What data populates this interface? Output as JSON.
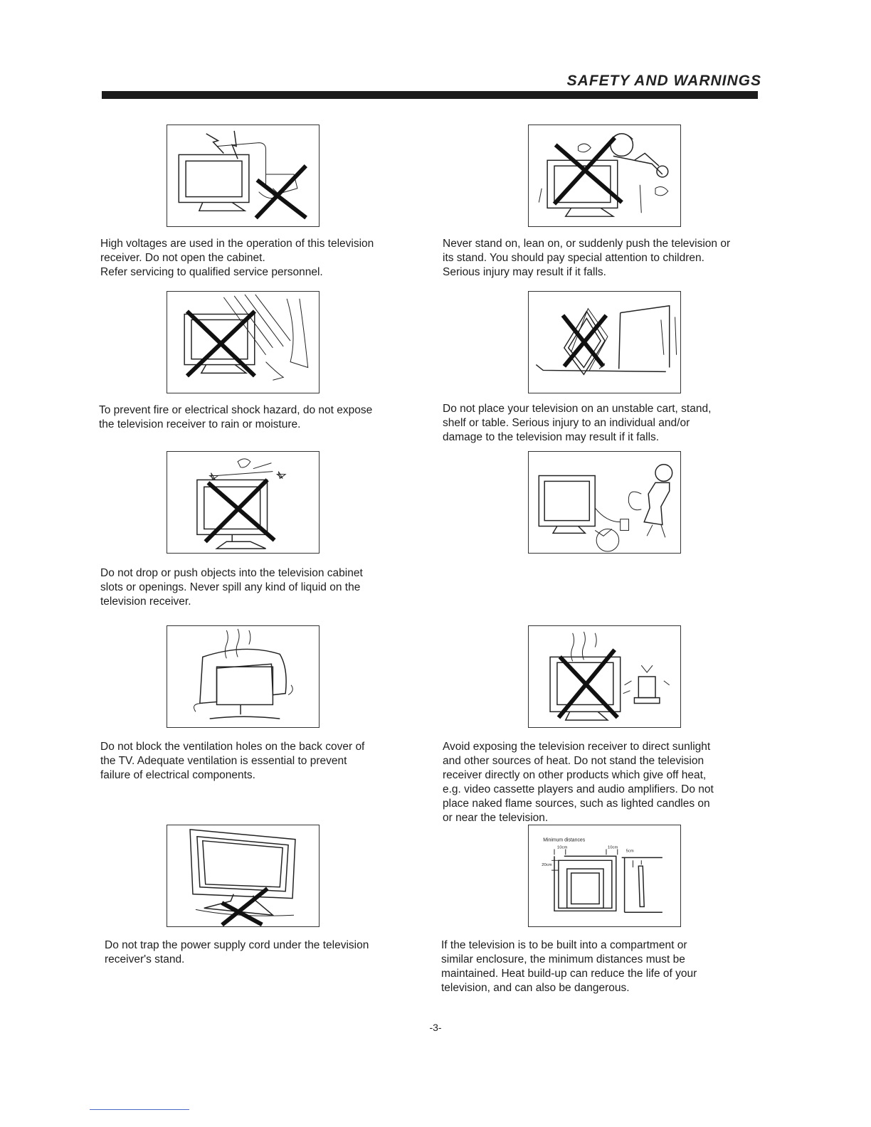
{
  "header": {
    "title": "SAFETY AND WARNINGS"
  },
  "icons": {
    "fig1": "high-voltage-tv-icon",
    "fig2": "child-pushing-tv-icon",
    "fig3": "rain-moisture-tv-icon",
    "fig4": "unstable-stand-icon",
    "fig5": "objects-into-slots-icon",
    "fig6": "unplug-power-icon",
    "fig7": "blocked-ventilation-icon",
    "fig8": "heat-source-tv-icon",
    "fig9": "trapped-power-cord-icon",
    "fig10": "minimum-distances-icon"
  },
  "warnings": [
    {
      "lines": [
        "High voltages are used in the operation of this television",
        "receiver. Do not open the cabinet.",
        "Refer servicing to qualified service personnel."
      ]
    },
    {
      "lines": [
        "Never stand on, lean on, or suddenly push the television or",
        "its stand. You should pay special attention to children.",
        "Serious  injury may result if it  falls."
      ]
    },
    {
      "lines": [
        "To prevent fire or electrical shock hazard, do not expose",
        "the television receiver to rain or moisture."
      ]
    },
    {
      "lines": [
        "Do not place your television on an unstable cart, stand,",
        "shelf or table. Serious injury to an individual and/or",
        "damage to the television may result if it falls."
      ]
    },
    {
      "lines": [
        "Do not drop or push objects into the television cabinet",
        "slots or openings. Never spill any kind of liquid on the",
        "television receiver."
      ]
    },
    {
      "lines": [
        "Do not block the ventilation holes on the back cover of",
        "the TV. Adequate ventilation is essential to prevent",
        "failure of  electrical components."
      ]
    },
    {
      "lines": [
        "Avoid exposing the television receiver to direct sunlight",
        "and  other sources of heat. Do not stand the television",
        "receiver  directly on other products which give off heat,",
        "e.g. video cassette players and audio amplifiers. Do not",
        "place naked  flame sources, such as lighted candles on",
        "or near  the television."
      ]
    },
    {
      "lines": [
        "Do not trap the power supply cord under the television",
        "receiver's stand."
      ]
    },
    {
      "lines": [
        "If the television is to be built into a compartment or",
        "similar enclosure, the minimum distances must be",
        "maintained. Heat build-up can reduce the life of your",
        "television, and can also be dangerous."
      ]
    }
  ],
  "distances": {
    "title": "Minimum distances",
    "top_left": "10cm",
    "top_right": "10cm",
    "side": "5cm",
    "left": "20cm"
  },
  "footer": {
    "page_number": "-3-"
  }
}
